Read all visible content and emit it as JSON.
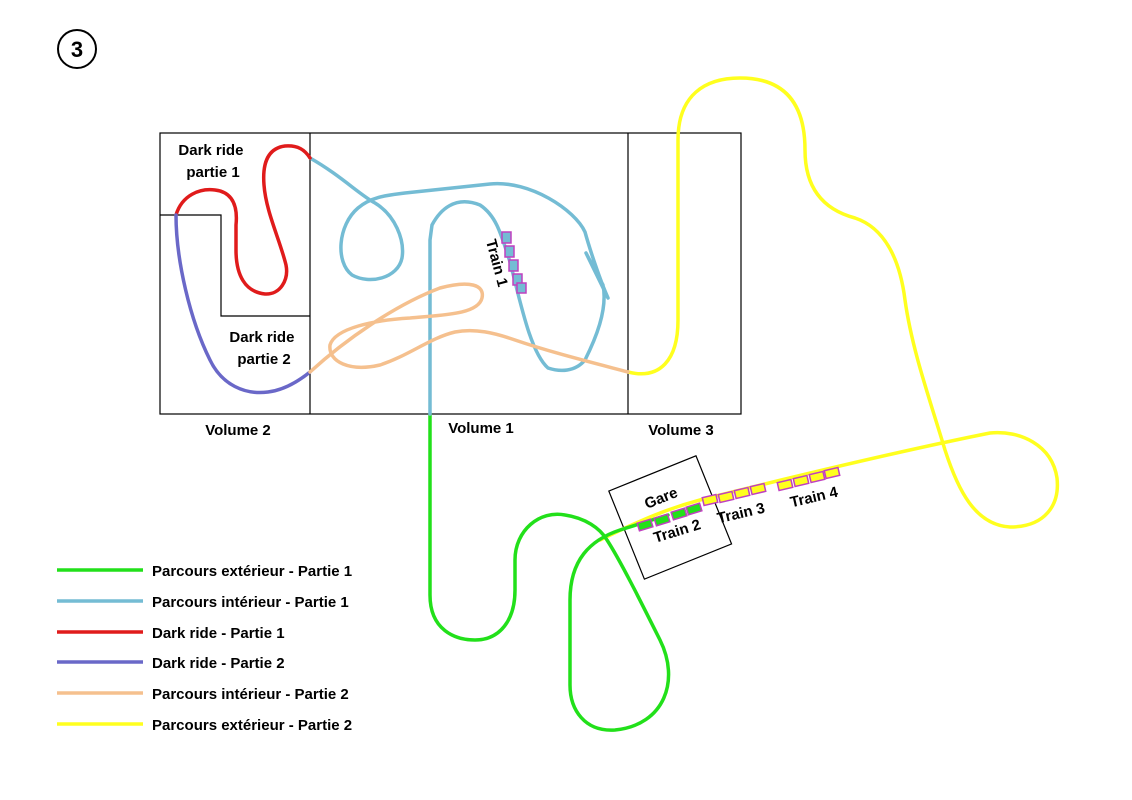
{
  "badge": "3",
  "zones": {
    "dark_ride_1": [
      "Dark ride",
      "partie 1"
    ],
    "dark_ride_2": [
      "Dark ride",
      "partie 2"
    ],
    "volume_1": "Volume 1",
    "volume_2": "Volume 2",
    "volume_3": "Volume 3",
    "gare": "Gare"
  },
  "trains": [
    "Train 1",
    "Train 2",
    "Train 3",
    "Train 4"
  ],
  "colors": {
    "green": "#22e01a",
    "blue": "#74bcd4",
    "red": "#e01b1b",
    "purple": "#6a68c8",
    "orange": "#f5c08e",
    "yellow": "#ffff1e",
    "car_outline": "#c040c0"
  },
  "legend": [
    {
      "label": "Parcours extérieur - Partie 1",
      "color": "#22e01a"
    },
    {
      "label": "Parcours intérieur - Partie 1",
      "color": "#74bcd4"
    },
    {
      "label": "Dark ride - Partie 1",
      "color": "#e01b1b"
    },
    {
      "label": "Dark ride - Partie 2",
      "color": "#6a68c8"
    },
    {
      "label": "Parcours intérieur - Partie 2",
      "color": "#f5c08e"
    },
    {
      "label": "Parcours extérieur - Partie 2",
      "color": "#ffff1e"
    }
  ]
}
